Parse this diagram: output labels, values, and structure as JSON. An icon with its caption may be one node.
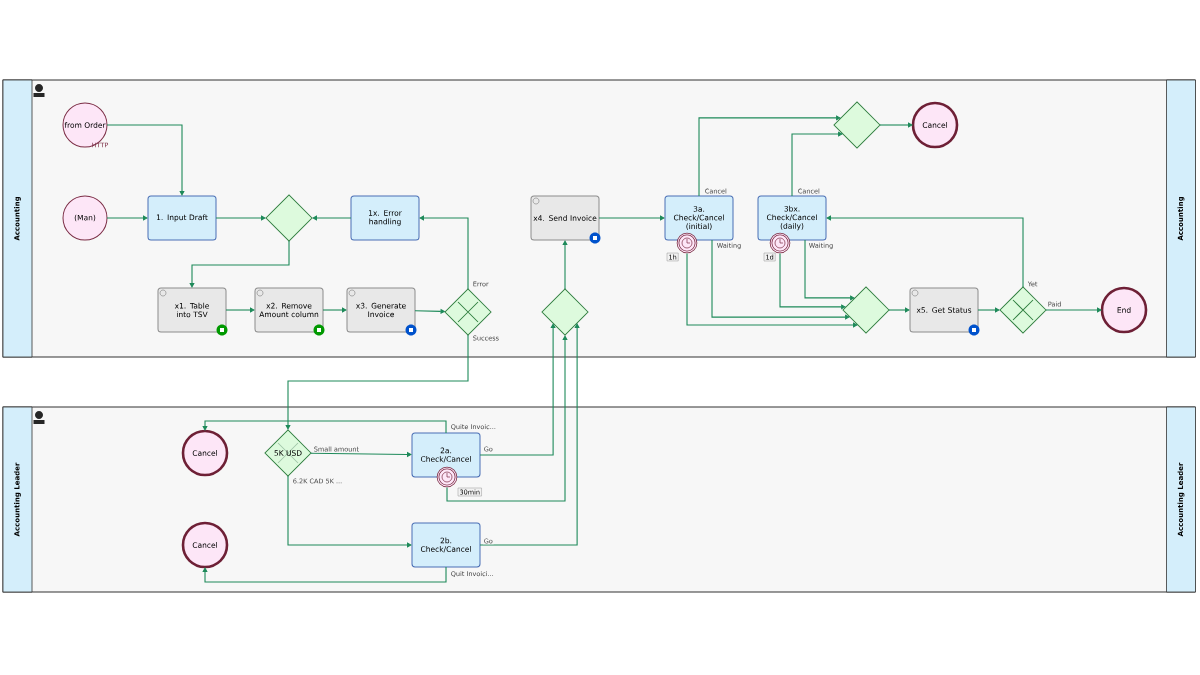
{
  "diagram": {
    "nodes": [
      {
        "text": [
          "Accounting",
          "Accounting"
        ]
      },
      {
        "text": [
          "Accounting Leader",
          "Accounting Leader"
        ]
      },
      {
        "text": [
          "from Order"
        ],
        "beside": [
          "HTTP"
        ],
        "in": 0
      },
      {
        "text": [
          "(Man)"
        ],
        "in": 0
      },
      {
        "text": [
          "1. Input Draft"
        ],
        "in": 0
      },
      {
        "text": [],
        "shape": "diamond",
        "in": 0
      },
      {
        "text": [
          "1x. Error handling"
        ],
        "in": 0
      },
      {
        "text": [
          "x4. Send Invoice"
        ],
        "in": 0
      },
      {
        "text": [
          "3a. Check/Cancel (initial)"
        ],
        "in": 0
      },
      {
        "text": [
          "3bx. Check/Cancel (daily)"
        ],
        "in": 0
      },
      {
        "text": [],
        "shape": "diamond",
        "in": 0
      },
      {
        "text": [
          "Cancel"
        ],
        "in": 0
      },
      {
        "text": [
          "x1. Table into TSV"
        ],
        "in": 0
      },
      {
        "text": [
          "x2. Remove Amount column"
        ],
        "in": 0
      },
      {
        "text": [
          "x3. Generate Invoice"
        ],
        "in": 0
      },
      {
        "text": [],
        "shape": "diamond",
        "in": 0
      },
      {
        "text": [],
        "shape": "diamond",
        "in": 0
      },
      {
        "text": [],
        "shape": "diamond",
        "in": 0
      },
      {
        "text": [
          "x5. Get Status"
        ],
        "in": 0
      },
      {
        "text": [],
        "shape": "diamond",
        "in": 0
      },
      {
        "text": [
          "End"
        ],
        "in": 0
      },
      {
        "text": [],
        "shape": "circle",
        "beside": [
          "1h"
        ],
        "in": 0
      },
      {
        "text": [],
        "shape": "circle",
        "beside": [
          "1d"
        ],
        "in": 0
      },
      {
        "text": [
          "Cancel"
        ],
        "in": 1
      },
      {
        "text": [
          "5K USD"
        ],
        "in": 1
      },
      {
        "text": [
          "2a. Check/Cancel"
        ],
        "in": 1
      },
      {
        "text": [],
        "shape": "circle",
        "beside": [
          "30min"
        ],
        "in": 1
      },
      {
        "text": [
          "Cancel"
        ],
        "in": 1
      },
      {
        "text": [
          "2b. Check/Cancel"
        ],
        "in": 1
      }
    ],
    "edges": [
      {
        "from": 2,
        "to": 4,
        "arrow": "to"
      },
      {
        "from": 3,
        "to": 4,
        "arrow": "to"
      },
      {
        "from": 4,
        "to": 5,
        "arrow": "to"
      },
      {
        "from": 6,
        "to": 5,
        "arrow": "to"
      },
      {
        "from": 5,
        "to": 12,
        "arrow": "to"
      },
      {
        "from": 12,
        "to": 13,
        "arrow": "to"
      },
      {
        "from": 13,
        "to": 14,
        "arrow": "to"
      },
      {
        "from": 14,
        "to": 15,
        "arrow": "to"
      },
      {
        "from": 15,
        "to": 6,
        "arrow": "to",
        "label": "Error"
      },
      {
        "from": 15,
        "to": 24,
        "arrow": "to",
        "label": "Success"
      },
      {
        "from": 16,
        "to": 7,
        "arrow": "to"
      },
      {
        "from": 7,
        "to": 8,
        "arrow": "to"
      },
      {
        "from": 8,
        "to": 10,
        "arrow": "to",
        "label": "Cancel"
      },
      {
        "from": 9,
        "to": 10,
        "arrow": "to",
        "label": "Cancel"
      },
      {
        "from": 10,
        "to": 11,
        "arrow": "to"
      },
      {
        "from": 8,
        "to": 17,
        "arrow": "to",
        "label": "Waiting"
      },
      {
        "from": 21,
        "to": 17,
        "arrow": "to"
      },
      {
        "from": 9,
        "to": 17,
        "arrow": "to",
        "label": "Waiting"
      },
      {
        "from": 22,
        "to": 17,
        "arrow": "to"
      },
      {
        "from": 17,
        "to": 18,
        "arrow": "to"
      },
      {
        "from": 18,
        "to": 19,
        "arrow": "to"
      },
      {
        "from": 19,
        "to": 9,
        "arrow": "to",
        "label": "Yet"
      },
      {
        "from": 19,
        "to": 20,
        "arrow": "to",
        "label": "Paid"
      },
      {
        "from": 24,
        "to": 25,
        "arrow": "to",
        "label": "Small amount"
      },
      {
        "from": 24,
        "to": 28,
        "arrow": "to",
        "label": "6.2K CAD 5K ..."
      },
      {
        "from": 25,
        "to": 23,
        "arrow": "to",
        "label": "Quite Invoic..."
      },
      {
        "from": 25,
        "to": 16,
        "arrow": "to",
        "label": "Go"
      },
      {
        "from": 26,
        "to": 16,
        "arrow": "to"
      },
      {
        "from": 28,
        "to": 16,
        "arrow": "to",
        "label": "Go"
      },
      {
        "from": 28,
        "to": 27,
        "arrow": "to",
        "label": "Quit Invoici..."
      }
    ]
  }
}
